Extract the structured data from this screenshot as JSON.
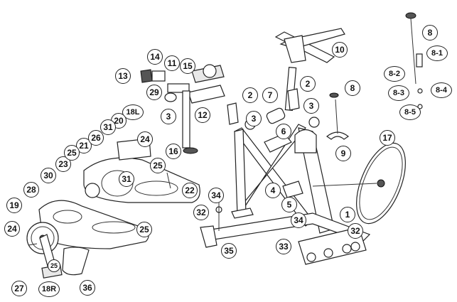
{
  "labels": {
    "l1": "1",
    "l2a": "2",
    "l2b": "2",
    "l3a": "3",
    "l3b": "3",
    "l3c": "3",
    "l4": "4",
    "l5": "5",
    "l6": "6",
    "l7": "7",
    "l8a": "8",
    "l8b": "8",
    "l8_1": "8-1",
    "l8_2": "8-2",
    "l8_3": "8-3",
    "l8_4": "8-4",
    "l8_5": "8-5",
    "l9": "9",
    "l10": "10",
    "l11": "11",
    "l12": "12",
    "l13": "13",
    "l14": "14",
    "l15": "15",
    "l16": "16",
    "l17": "17",
    "l18l": "18L",
    "l18r": "18R",
    "l19": "19",
    "l20": "20",
    "l21": "21",
    "l22": "22",
    "l23": "23",
    "l24a": "24",
    "l24b": "24",
    "l25a": "25",
    "l25b": "25",
    "l25c": "25",
    "l25d": "25",
    "l26": "26",
    "l27": "27",
    "l28": "28",
    "l29": "29",
    "l30": "30",
    "l31a": "31",
    "l31b": "31",
    "l32a": "32",
    "l32b": "32",
    "l33": "33",
    "l34a": "34",
    "l34b": "34",
    "l35": "35",
    "l36": "36"
  }
}
